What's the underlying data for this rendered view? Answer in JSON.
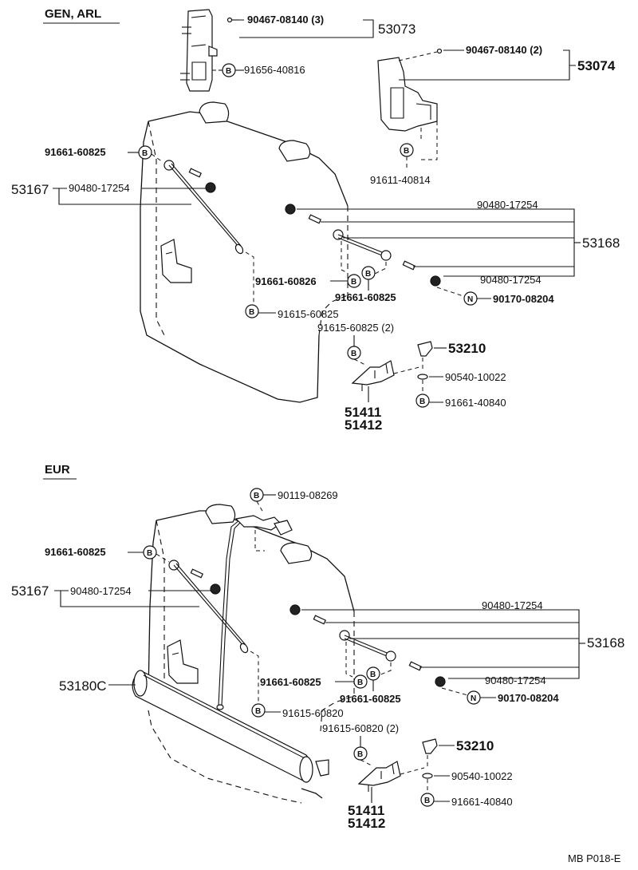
{
  "sections": {
    "gen": {
      "title": "GEN, ARL"
    },
    "eur": {
      "title": "EUR"
    }
  },
  "badges": {
    "b": "B",
    "n": "N"
  },
  "gen": {
    "p_90467_3": "90467-08140 (3)",
    "g_53073": "53073",
    "p_91656": "91656-40816",
    "p_90467_2": "90467-08140 (2)",
    "g_53074": "53074",
    "p_91611": "91611-40814",
    "p_91661_a": "91661-60825",
    "g_53167": "53167",
    "p_90480_a": "90480-17254",
    "p_90480_b": "90480-17254",
    "g_53168": "53168",
    "p_90480_c": "90480-17254",
    "p_90170": "90170-08204",
    "p_91661_b": "91661-60826",
    "p_91661_c": "91661-60825",
    "p_91615_a": "91615-60825",
    "p_91615_b": "91615-60825 (2)",
    "g_53210": "53210",
    "p_90540": "90540-10022",
    "p_91661_d": "91661-40840",
    "g_51411": "51411",
    "g_51412": "51412"
  },
  "eur": {
    "p_90119": "90119-08269",
    "p_91661_a": "91661-60825",
    "g_53167": "53167",
    "p_90480_a": "90480-17254",
    "p_90480_b": "90480-17254",
    "g_53168": "53168",
    "p_90480_c": "90480-17254",
    "g_53180c": "53180C",
    "p_91661_b": "91661-60825",
    "p_91661_c": "91661-60825",
    "p_90170": "90170-08204",
    "p_91615_a": "91615-60820",
    "p_91615_b": "91615-60820 (2)",
    "g_53210": "53210",
    "p_90540": "90540-10022",
    "p_91661_d": "91661-40840",
    "g_51411": "51411",
    "g_51412": "51412"
  },
  "footer": {
    "code": "MB  P018-E"
  }
}
